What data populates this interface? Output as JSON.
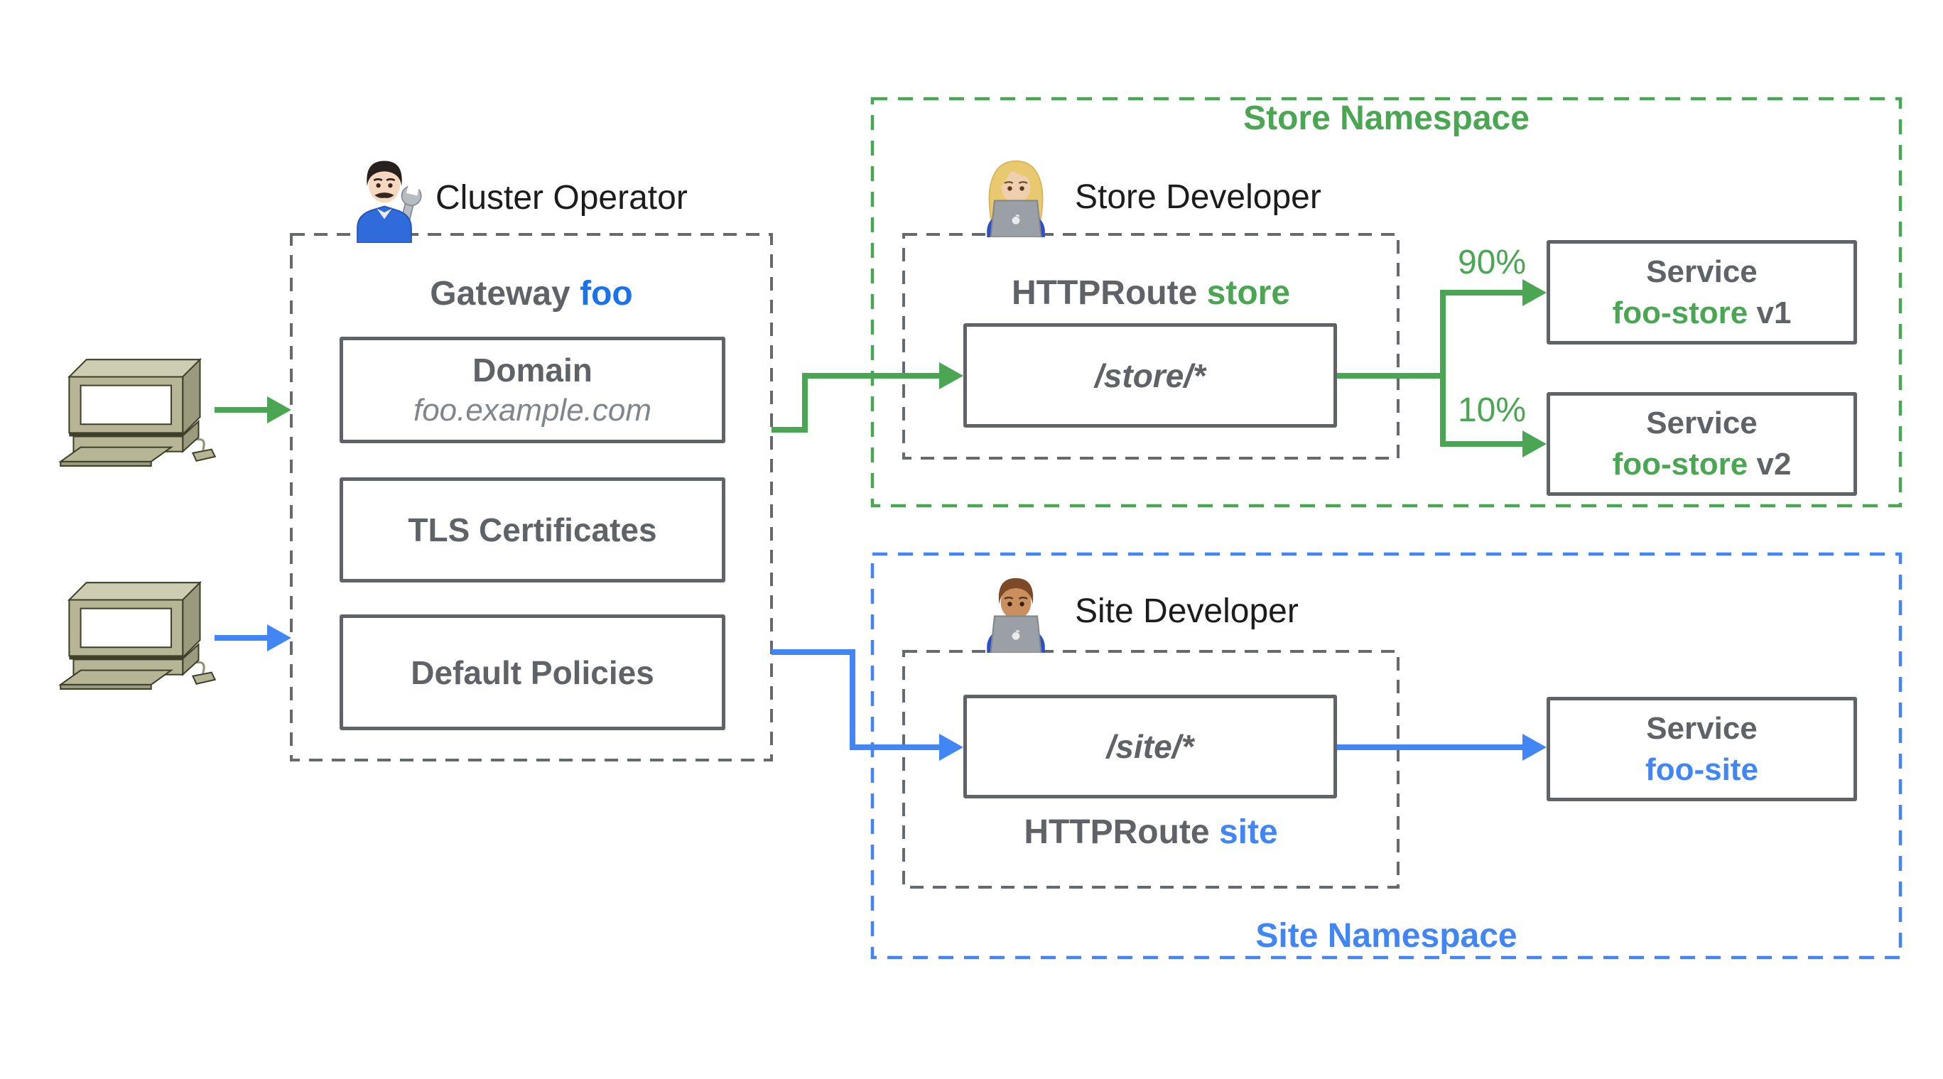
{
  "diagram_title": "Gateway API role-oriented routing diagram",
  "colors": {
    "green_accent": "#4aa653",
    "blue_accent": "#4285f4",
    "gateway_name_blue": "#1a73e8",
    "box_border_gray": "#5f6368",
    "dashed_gray": "#66696d",
    "label_dark_gray": "#5f6368",
    "subtitle_gray": "#80868b",
    "text_black": "#1c1c1e",
    "computer_body_olive": "#b6b697"
  },
  "clients": {
    "icon": "retro-computer-icon",
    "count": 2
  },
  "cluster_operator": {
    "icon": "man-mechanic-emoji",
    "label": "Cluster Operator"
  },
  "gateway": {
    "title_text": "Gateway",
    "title_name": "foo",
    "domain_title": "Domain",
    "domain_value": "foo.example.com",
    "tls_label": "TLS Certificates",
    "policies_label": "Default Policies"
  },
  "store_namespace": {
    "title": "Store Namespace",
    "developer_icon": "woman-technologist-emoji",
    "developer_label": "Store Developer",
    "route_title": "HTTPRoute",
    "route_name": "store",
    "route_rule": "/store/*",
    "services": [
      {
        "weight": "90%",
        "kind": "Service",
        "name": "foo-store",
        "version": "v1"
      },
      {
        "weight": "10%",
        "kind": "Service",
        "name": "foo-store",
        "version": "v2"
      }
    ]
  },
  "site_namespace": {
    "title": "Site Namespace",
    "developer_icon": "man-technologist-emoji",
    "developer_label": "Site Developer",
    "route_title": "HTTPRoute",
    "route_name": "site",
    "route_rule": "/site/*",
    "services": [
      {
        "weight": "",
        "kind": "Service",
        "name": "foo-site",
        "version": ""
      }
    ]
  }
}
